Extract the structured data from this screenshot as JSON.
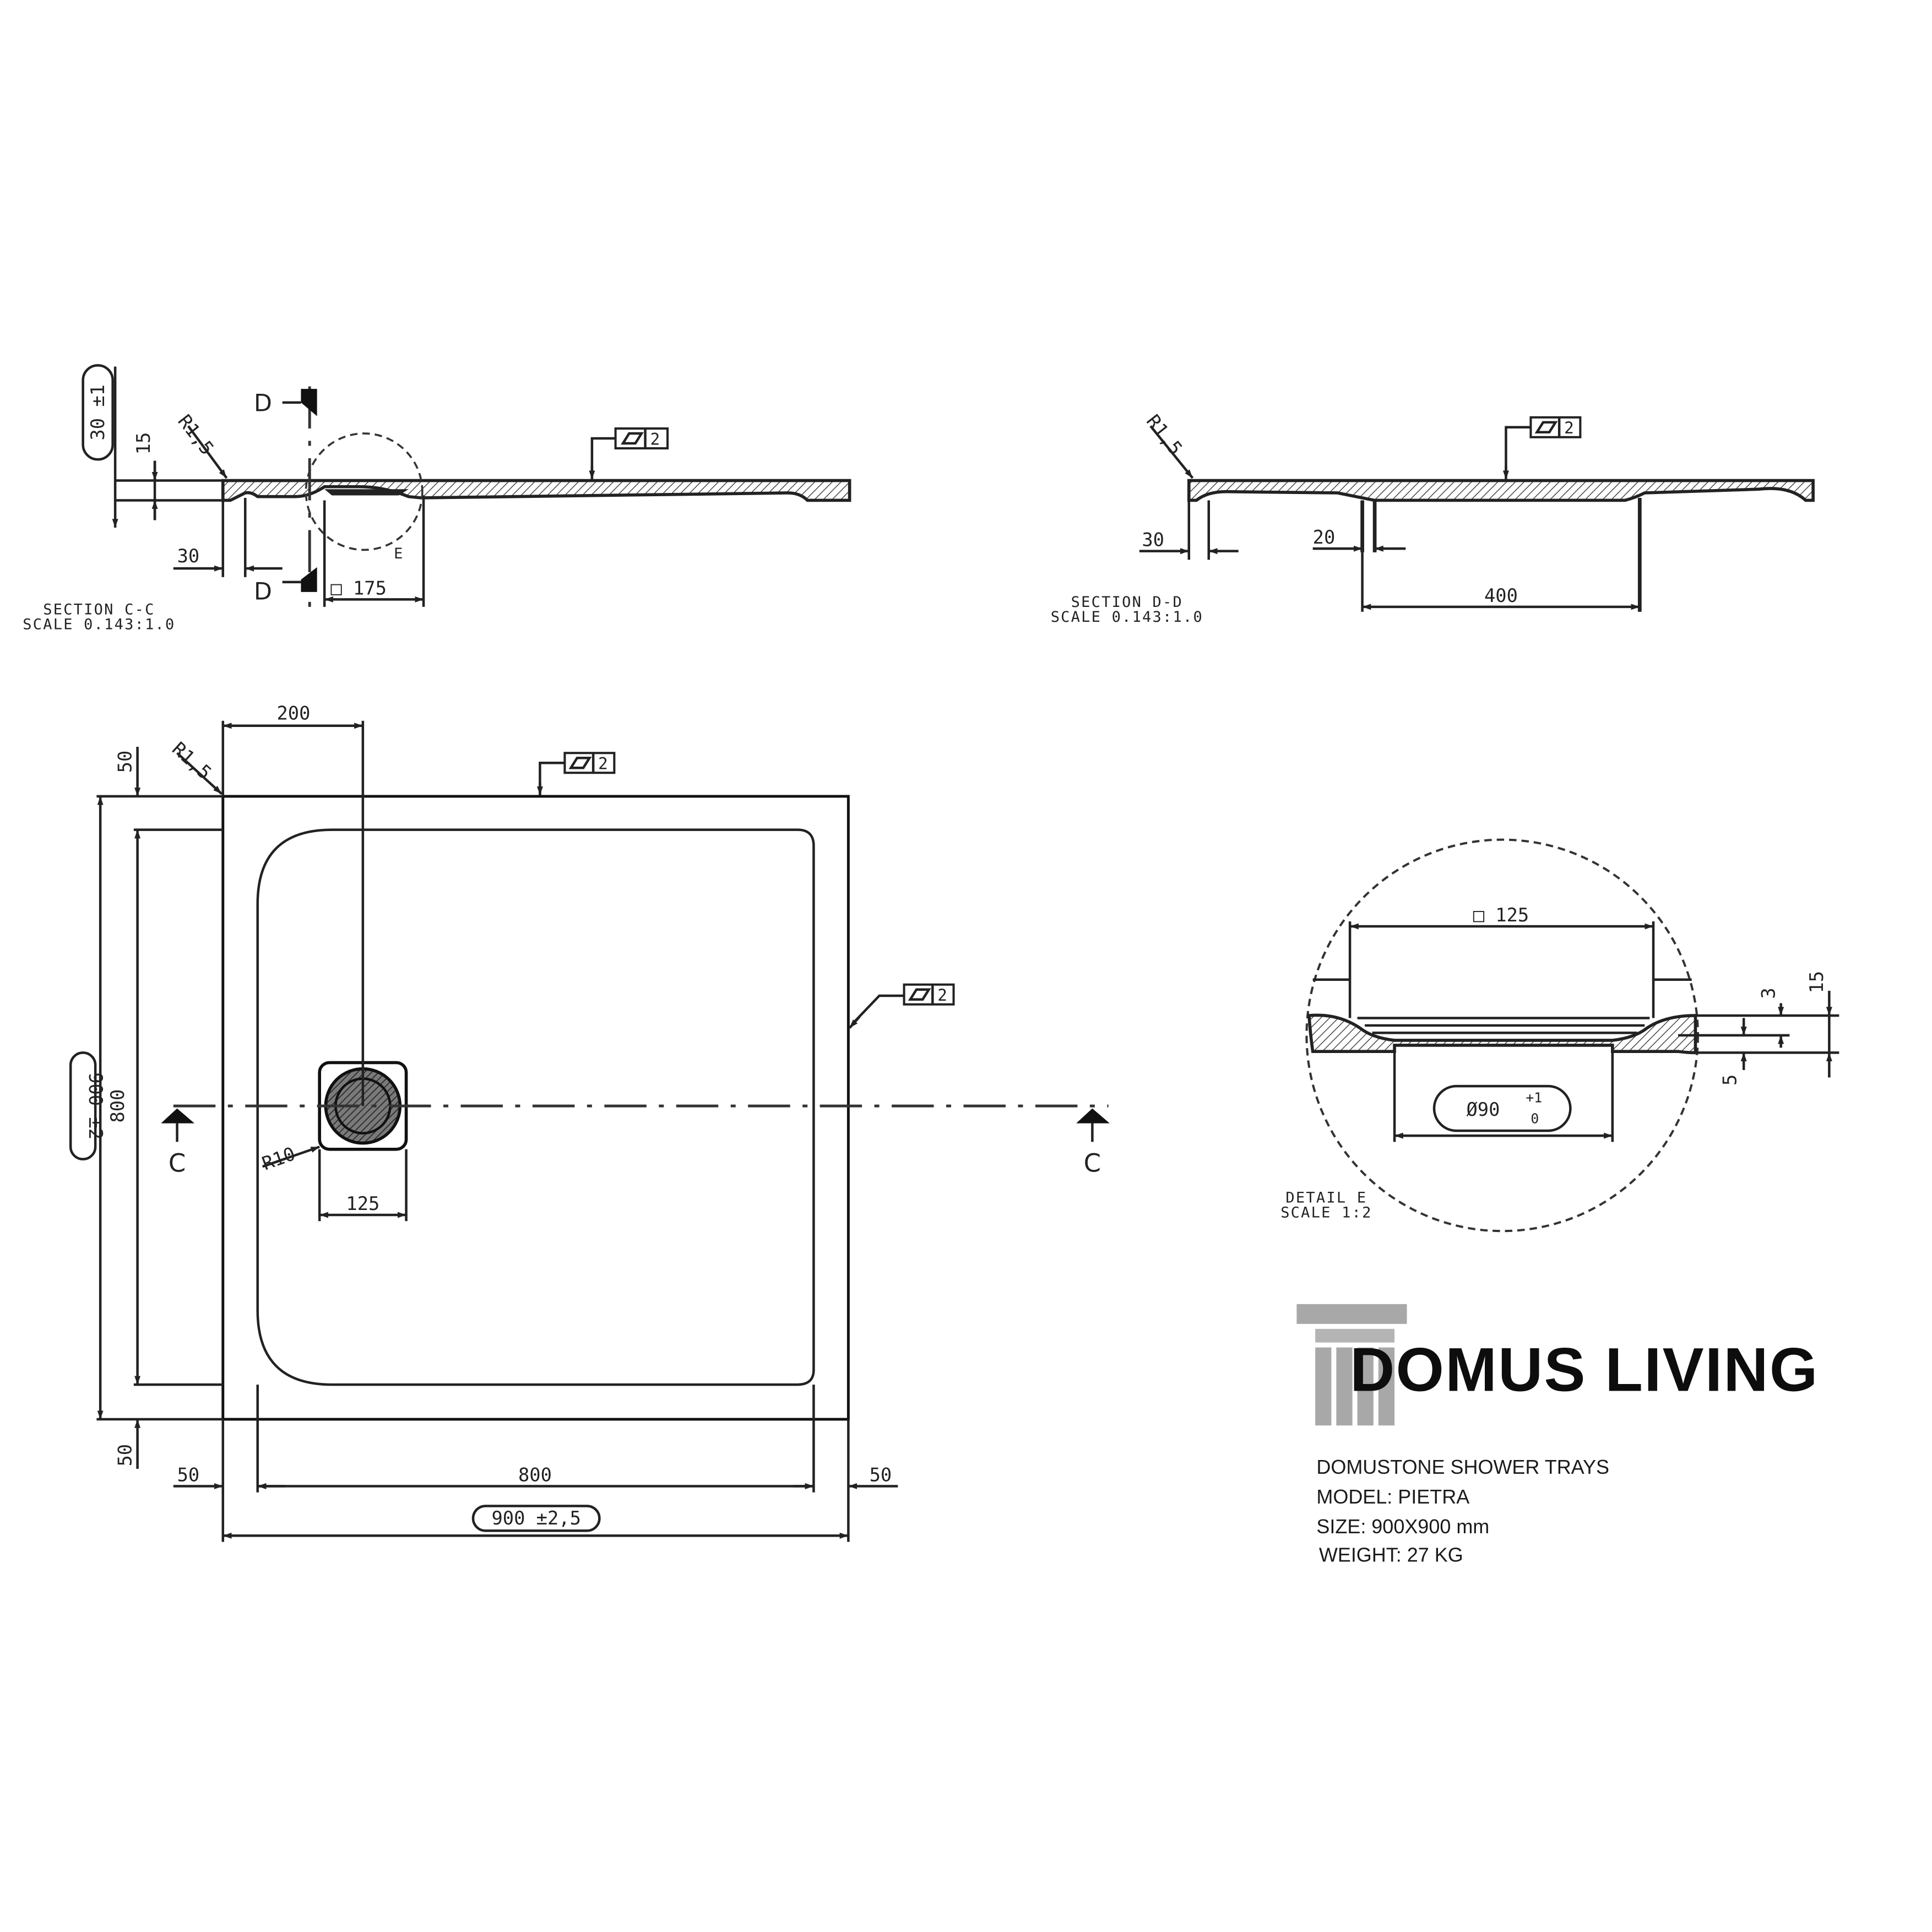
{
  "section_cc": {
    "title": "SECTION C-C",
    "scale": "SCALE 0.143:1.0",
    "dim_height": "30 ±1",
    "dim_rim": "15",
    "dim_edge": "30",
    "dim_drain": "□ 175",
    "radius": "R1,5",
    "cut_label": "D",
    "detail_ref": "E",
    "flatness": "2"
  },
  "section_dd": {
    "title": "SECTION D-D",
    "scale": "SCALE 0.143:1.0",
    "dim_edge": "30",
    "dim_channel": "20",
    "dim_span": "400",
    "radius": "R1,5",
    "flatness": "2"
  },
  "plan": {
    "dim_200": "200",
    "dim_top_margin": "50",
    "dim_bottom_margin": "50",
    "dim_inner_height": "800",
    "dim_overall_height": "900 ±2",
    "dim_left_margin": "50",
    "dim_inner_width": "800",
    "dim_right_margin": "50",
    "dim_overall_width": "900 ±2,5",
    "dim_drain": "125",
    "radius_corner": "R1,5",
    "radius_drain": "R10",
    "section_label": "C",
    "flatness_top": "2",
    "flatness_right": "2"
  },
  "detail_e": {
    "title": "DETAIL E",
    "scale": "SCALE 1:2",
    "dim_drain": "□ 125",
    "dim_hole": "Ø90",
    "tol_plus": "+1",
    "tol_minus": "0",
    "dim_15": "15",
    "dim_3": "3",
    "dim_5": "5"
  },
  "branding": {
    "brand": "DOMUS LIVING",
    "line1": "DOMUSTONE SHOWER TRAYS",
    "line2": "MODEL: PIETRA",
    "line3": "SIZE: 900X900 mm",
    "line4": "WEIGHT: 27 KG"
  }
}
